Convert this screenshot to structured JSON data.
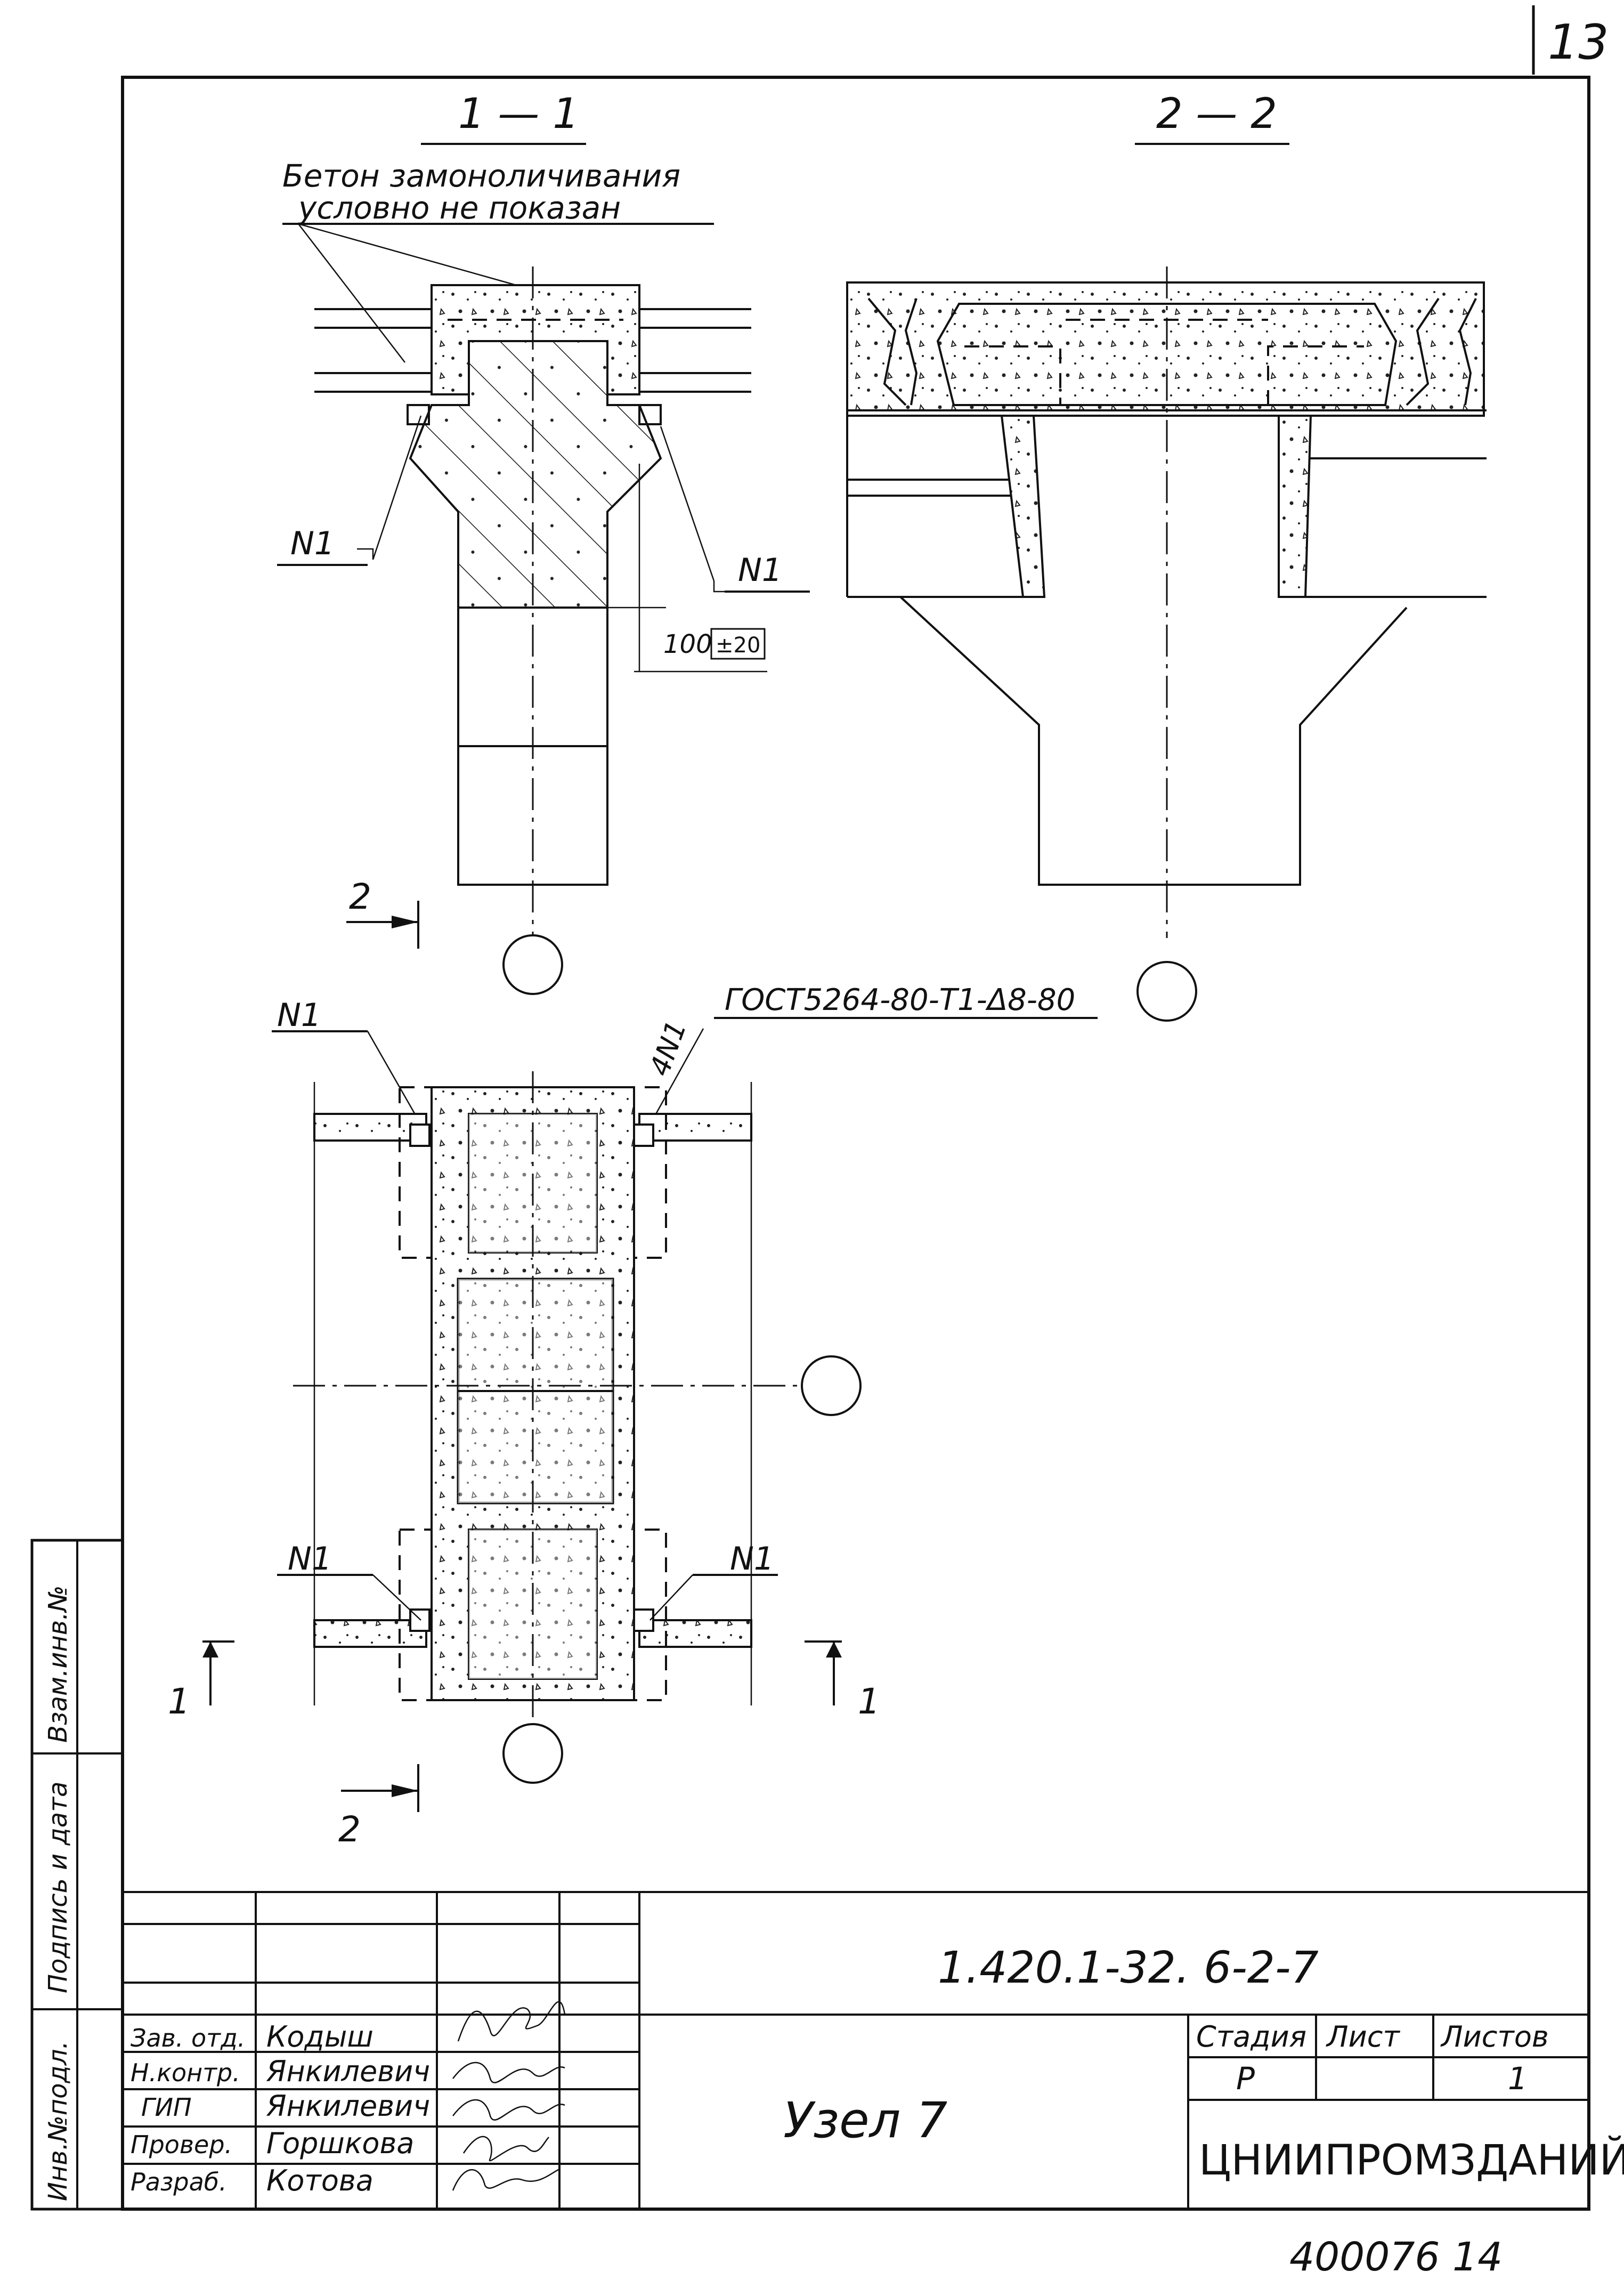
{
  "sheet": {
    "page_number": "13",
    "stamp_bottom": "400076 14"
  },
  "section_1_1": {
    "title": "1 — 1",
    "note_line1": "Бетон замоноличивания",
    "note_line2": "условно не показан",
    "callout_left": "N1",
    "callout_right": "N1",
    "dimension": "100",
    "tolerance": "±20"
  },
  "section_2_2": {
    "title": "2 — 2"
  },
  "plan": {
    "callout_top_left": "N1",
    "callout_top_right": "4N1",
    "gost_spec": "ГОСТ5264-80-Т1-Δ8-80",
    "callout_bottom_left": "N1",
    "callout_bottom_right": "N1",
    "cut_1_left": "1",
    "cut_1_right": "1",
    "cut_2_top": "2",
    "cut_2_bottom": "2"
  },
  "side_stamp": {
    "field_1": "Инв.№подл.",
    "field_2": "Подпись и дата",
    "field_3": "Взам.инв.№"
  },
  "title_block": {
    "document_code": "1.420.1-32. 6-2-7",
    "drawing_title": "Узел 7",
    "stage_label": "Стадия",
    "sheet_label": "Лист",
    "sheets_label": "Листов",
    "stage_value": "Р",
    "sheets_value": "1",
    "organization": "ЦНИИПРОМЗДАНИЙ",
    "people": [
      {
        "role": "Зав. отд.",
        "name": "Кодыш"
      },
      {
        "role": "Н.контр.",
        "name": "Янкилевич"
      },
      {
        "role": "ГИП",
        "name": "Янкилевич"
      },
      {
        "role": "Провер.",
        "name": "Горшкова"
      },
      {
        "role": "Разраб.",
        "name": "Котова"
      }
    ]
  }
}
